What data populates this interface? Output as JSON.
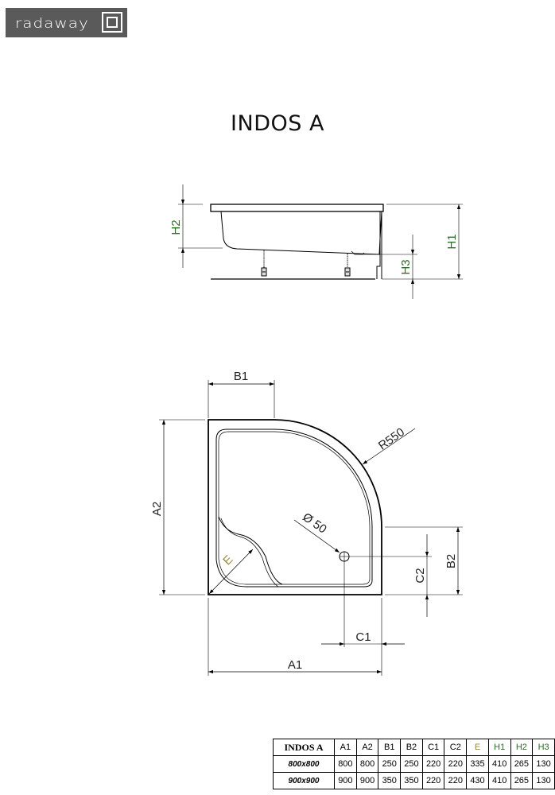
{
  "brand": {
    "logo_text": "radaway",
    "logo_bg": "#5a5a5a"
  },
  "product": {
    "title": "INDOS A"
  },
  "side_view": {
    "labels": {
      "h1": "H1",
      "h2": "H2",
      "h3": "H3"
    }
  },
  "top_view": {
    "labels": {
      "a1": "A1",
      "a2": "A2",
      "b1": "B1",
      "b2": "B2",
      "c1": "C1",
      "c2": "C2",
      "e": "E",
      "radius": "R550",
      "drain": "Ø 50"
    }
  },
  "colors": {
    "green_label": "#2f6b2a",
    "olive_label": "#9a8a3a",
    "line": "#000000"
  },
  "spec_table": {
    "header": [
      "INDOS A",
      "A1",
      "A2",
      "B1",
      "B2",
      "C1",
      "C2",
      "E",
      "H1",
      "H2",
      "H3"
    ],
    "rows": [
      [
        "800x800",
        "800",
        "800",
        "250",
        "250",
        "220",
        "220",
        "335",
        "410",
        "265",
        "130"
      ],
      [
        "900x900",
        "900",
        "900",
        "350",
        "350",
        "220",
        "220",
        "430",
        "410",
        "265",
        "130"
      ]
    ]
  }
}
